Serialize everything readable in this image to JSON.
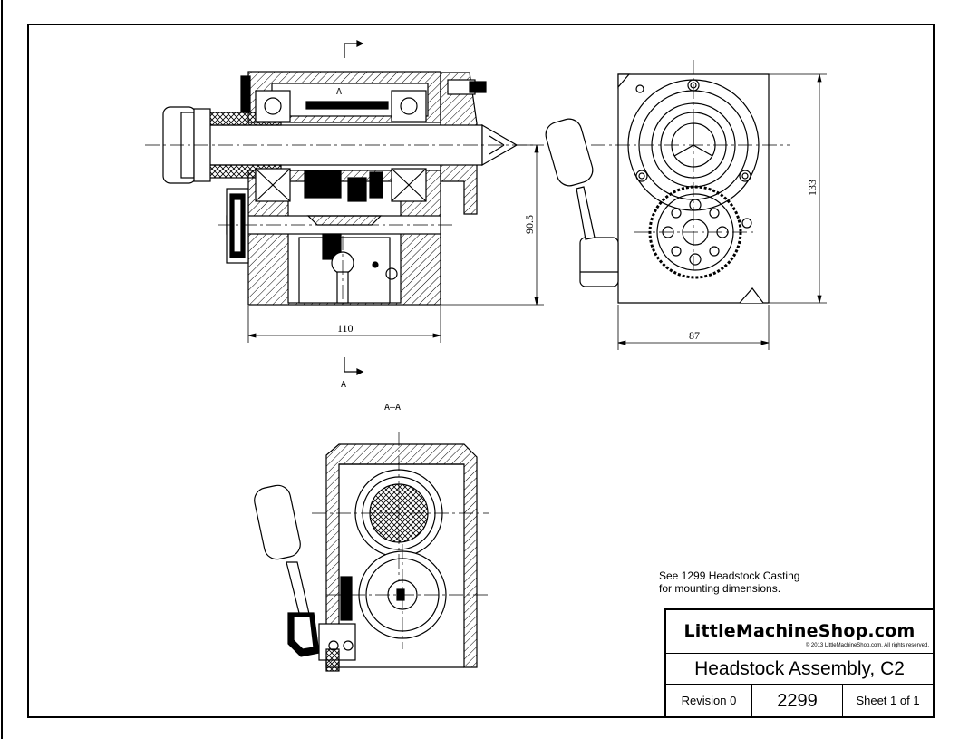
{
  "dimensions": {
    "width_110": "110",
    "height_90_5": "90.5",
    "width_87": "87",
    "height_133": "133"
  },
  "section_markers": {
    "top_marker": "A",
    "bottom_marker": "A",
    "section_title": "A—A"
  },
  "note": {
    "line1": "See 1299 Headstock Casting",
    "line2": "for mounting dimensions."
  },
  "title_block": {
    "company": "LittleMachineShop.com",
    "copyright": "© 2013 LittleMachineShop.com. All rights reserved.",
    "title": "Headstock Assembly, C2",
    "revision": "Revision 0",
    "part_number": "2299",
    "sheet": "Sheet 1 of 1"
  }
}
